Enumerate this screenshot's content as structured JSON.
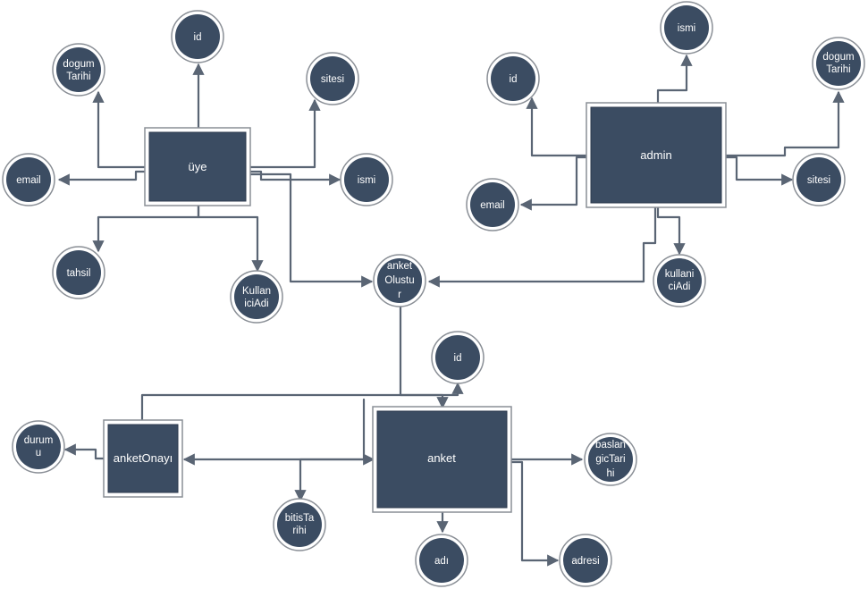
{
  "colors": {
    "node_fill": "#3b4c62",
    "connector": "#5a6574",
    "text": "#ffffff",
    "background": "#ffffff"
  },
  "entities": {
    "uye": "üye",
    "admin": "admin",
    "anket": "anket",
    "anketOnayi": "anketOnayı"
  },
  "attributes": {
    "uye_id": "id",
    "uye_dogumTarihi": [
      "dogum",
      "Tarihi"
    ],
    "uye_sitesi": "sitesi",
    "uye_email": "email",
    "uye_ismi": "ismi",
    "uye_tahsil": "tahsil",
    "uye_kullaniciAdi": [
      "Kullan",
      "iciAdi"
    ],
    "admin_ismi": "ismi",
    "admin_id": "id",
    "admin_dogumTarihi": [
      "dogum",
      "Tarihi"
    ],
    "admin_email": "email",
    "admin_sitesi": "sitesi",
    "admin_kullaniciAdi": [
      "kullani",
      "ciAdi"
    ],
    "anketOlustur": [
      "anket",
      "Olustu",
      "r"
    ],
    "anket_id": "id",
    "durumu": [
      "durum",
      "u"
    ],
    "baslangicTarihi": [
      "baslan",
      "gicTari",
      "hi"
    ],
    "bitisTarihi": [
      "bitisTa",
      "rihi"
    ],
    "adi": "adı",
    "adresi": "adresi"
  }
}
